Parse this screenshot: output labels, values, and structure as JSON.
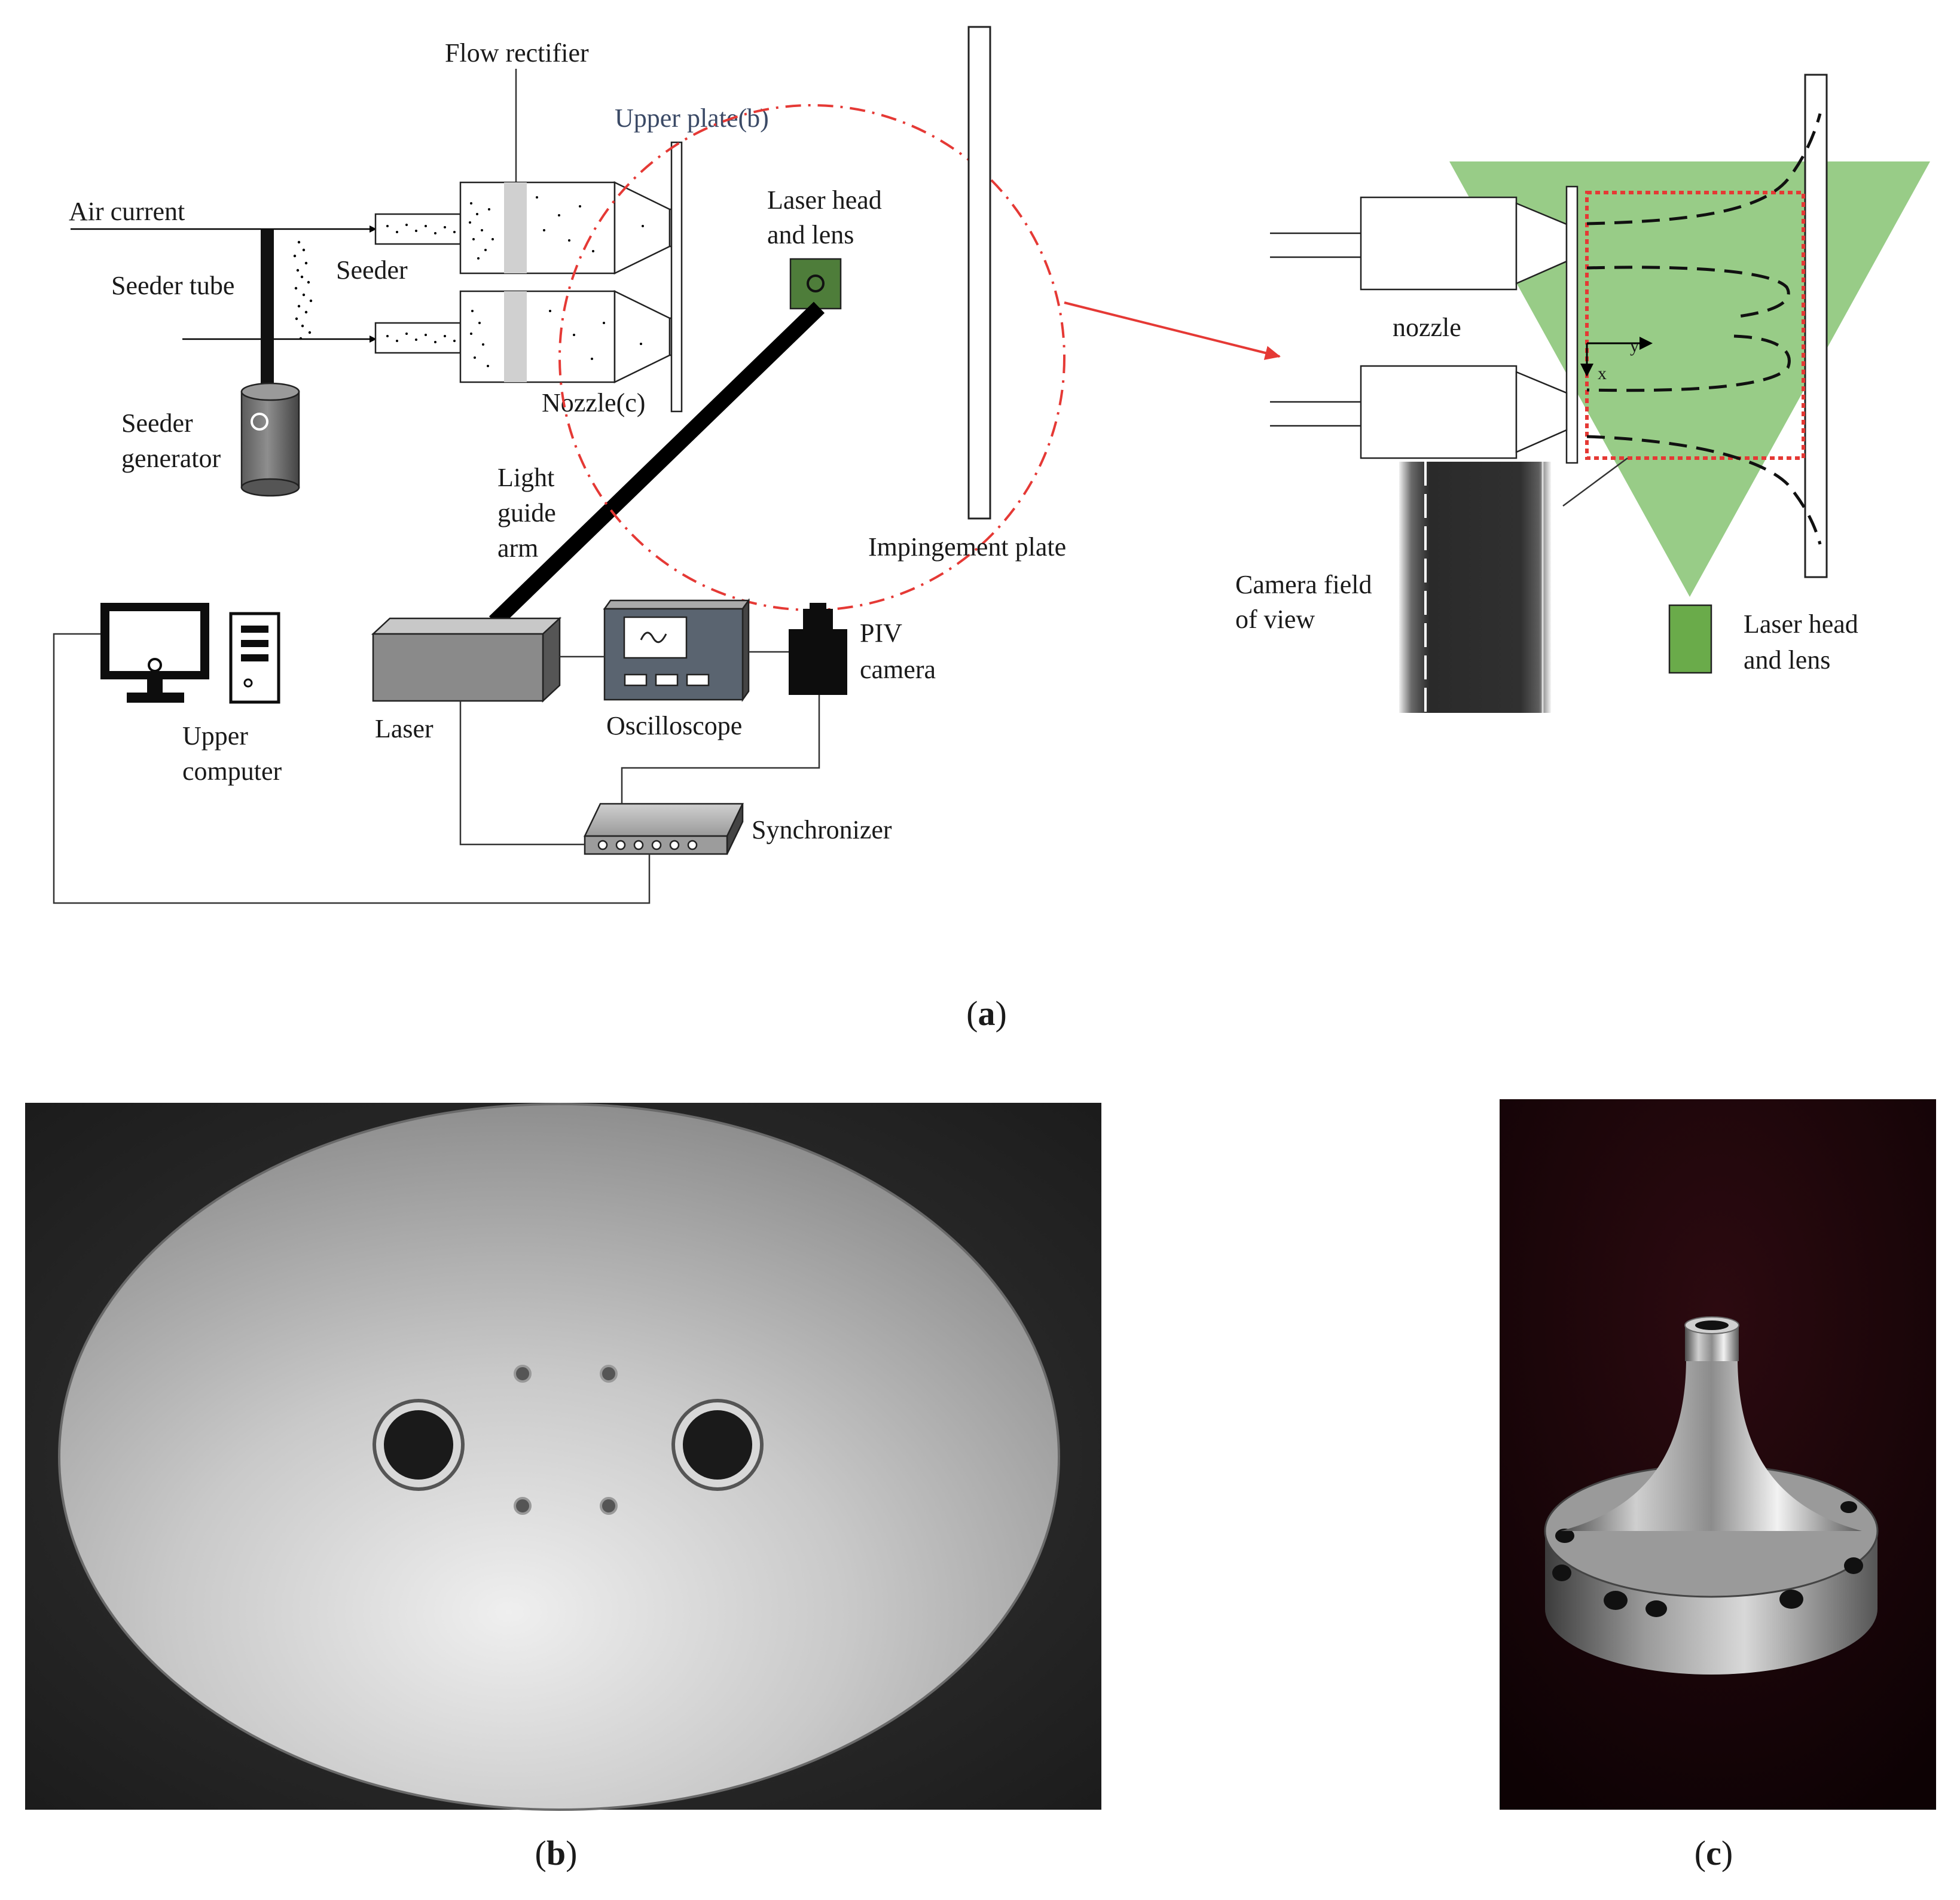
{
  "diagram_a": {
    "labels": {
      "flow_rectifier": "Flow rectifier",
      "upper_plate": "Upper plate(b)",
      "air_current": "Air current",
      "seeder": "Seeder",
      "seeder_tube": "Seeder tube",
      "seeder_generator_1": "Seeder",
      "seeder_generator_2": "generator",
      "nozzle_c": "Nozzle(c)",
      "laser_head_1": "Laser head",
      "laser_head_2": "and lens",
      "light_guide_1": "Light",
      "light_guide_2": "guide",
      "light_guide_3": "arm",
      "impingement_plate": "Impingement plate",
      "laser": "Laser",
      "oscilloscope": "Oscilloscope",
      "piv_camera_1": "PIV",
      "piv_camera_2": "camera",
      "upper_computer_1": "Upper",
      "upper_computer_2": "computer",
      "synchronizer": "Synchronizer"
    },
    "detail_labels": {
      "nozzle": "nozzle",
      "axis_y": "y",
      "axis_x": "x",
      "camera_fov_1": "Camera field",
      "camera_fov_2": "of view",
      "laser_head_1": "Laser head",
      "laser_head_2": "and lens"
    },
    "colors": {
      "laser_sheet": "#8dc77a",
      "laser_head": "#6aab4a",
      "laser_head_small": "#4e7d3a",
      "highlight_circle": "#e53935",
      "fov_box": "#e53935",
      "arrow": "#e53935"
    }
  },
  "captions": {
    "a": [
      "(",
      "a",
      ")"
    ],
    "b": [
      "(",
      "b",
      ")"
    ],
    "c": [
      "(",
      "c",
      ")"
    ]
  }
}
